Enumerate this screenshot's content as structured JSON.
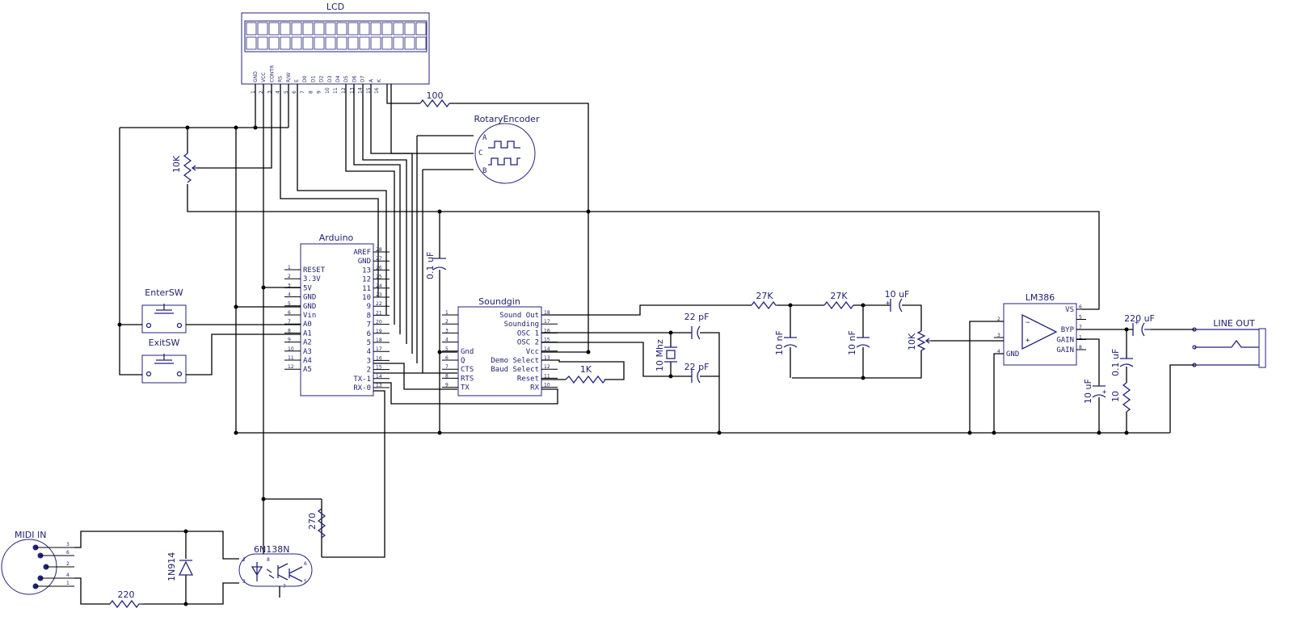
{
  "lcd": {
    "title": "LCD",
    "pins": [
      "GND",
      "VCC",
      "CONTR",
      "RS",
      "R/W",
      "E",
      "D0",
      "D1",
      "D2",
      "D3",
      "D4",
      "D5",
      "D6",
      "D7",
      "A",
      "K"
    ],
    "numbers": [
      "1",
      "2",
      "3",
      "4",
      "5",
      "6",
      "7",
      "8",
      "9",
      "10",
      "11",
      "12",
      "13",
      "14",
      "15",
      "16"
    ]
  },
  "rotary": {
    "title": "RotaryEncoder",
    "pins": [
      "A",
      "C",
      "B"
    ]
  },
  "arduino": {
    "title": "Arduino",
    "left_pins": [
      {
        "num": "1",
        "name": "RESET"
      },
      {
        "num": "2",
        "name": "3.3V"
      },
      {
        "num": "3",
        "name": "5V"
      },
      {
        "num": "4",
        "name": "GND"
      },
      {
        "num": "5",
        "name": "GND"
      },
      {
        "num": "6",
        "name": "Vin"
      },
      {
        "num": "7",
        "name": "A0"
      },
      {
        "num": "8",
        "name": "A1"
      },
      {
        "num": "9",
        "name": "A2"
      },
      {
        "num": "10",
        "name": "A3"
      },
      {
        "num": "11",
        "name": "A4"
      },
      {
        "num": "12",
        "name": "A5"
      }
    ],
    "right_pins": [
      {
        "num": "28",
        "name": "AREF"
      },
      {
        "num": "27",
        "name": "GND"
      },
      {
        "num": "26",
        "name": "13"
      },
      {
        "num": "25",
        "name": "12"
      },
      {
        "num": "24",
        "name": "11"
      },
      {
        "num": "23",
        "name": "10"
      },
      {
        "num": "22",
        "name": "9"
      },
      {
        "num": "21",
        "name": "8"
      },
      {
        "num": "20",
        "name": "7"
      },
      {
        "num": "19",
        "name": "6"
      },
      {
        "num": "18",
        "name": "5"
      },
      {
        "num": "17",
        "name": "4"
      },
      {
        "num": "16",
        "name": "3"
      },
      {
        "num": "15",
        "name": "2"
      },
      {
        "num": "14",
        "name": "TX-1"
      },
      {
        "num": "13",
        "name": "RX-0"
      }
    ]
  },
  "soundgin": {
    "title": "Soundgin",
    "left_pins": [
      {
        "num": "1",
        "name": ""
      },
      {
        "num": "2",
        "name": ""
      },
      {
        "num": "3",
        "name": ""
      },
      {
        "num": "4",
        "name": ""
      },
      {
        "num": "5",
        "name": "Gnd"
      },
      {
        "num": "6",
        "name": "Q"
      },
      {
        "num": "7",
        "name": "CTS"
      },
      {
        "num": "8",
        "name": "RTS"
      },
      {
        "num": "9",
        "name": "TX"
      }
    ],
    "right_pins": [
      {
        "num": "18",
        "name": "Sound Out"
      },
      {
        "num": "17",
        "name": "Sounding"
      },
      {
        "num": "16",
        "name": "OSC 1"
      },
      {
        "num": "15",
        "name": "OSC 2"
      },
      {
        "num": "14",
        "name": "Vcc"
      },
      {
        "num": "13",
        "name": "Demo Select"
      },
      {
        "num": "12",
        "name": "Baud Select"
      },
      {
        "num": "11",
        "name": "Reset"
      },
      {
        "num": "10",
        "name": "RX"
      }
    ]
  },
  "lm386": {
    "title": "LM386",
    "left_pins": [
      {
        "num": "2",
        "name": ""
      },
      {
        "num": "3",
        "name": ""
      },
      {
        "num": "4",
        "name": "GND"
      }
    ],
    "right_pins": [
      {
        "num": "6",
        "name": "VS"
      },
      {
        "num": "5",
        "name": ""
      },
      {
        "num": "7",
        "name": "BYP"
      },
      {
        "num": "1",
        "name": "GAIN"
      },
      {
        "num": "8",
        "name": "GAIN"
      }
    ]
  },
  "optocoupler": {
    "title": "6N138N",
    "pins": [
      "2",
      "3",
      "8",
      "7",
      "6",
      "5"
    ]
  },
  "midi": {
    "title": "MIDI IN",
    "pins": [
      "3",
      "6",
      "2",
      "4",
      "1"
    ]
  },
  "line_out": {
    "title": "LINE OUT"
  },
  "switches": {
    "enter": "EnterSW",
    "exit": "ExitSW"
  },
  "components": {
    "r_100": "100",
    "pot_10k_contrast": "10K",
    "cap_01uf_arduino": "0.1 uF",
    "r_1k": "1K",
    "cap_22pf_top": "22 pF",
    "cap_22pf_bottom": "22 pF",
    "crystal": "10 Mhz",
    "r_27k_1": "27K",
    "r_27k_2": "27K",
    "cap_10nf_1": "10 nF",
    "cap_10nf_2": "10 nF",
    "cap_10uf_coupling": "10 uF",
    "pot_10k_volume": "10K",
    "cap_220uf": "220 uF",
    "cap_10uf_bypass": "10 uF",
    "cap_01uf_output": "0.1 uF",
    "r_10": "10",
    "r_270": "270",
    "r_220": "220",
    "diode": "1N914"
  }
}
